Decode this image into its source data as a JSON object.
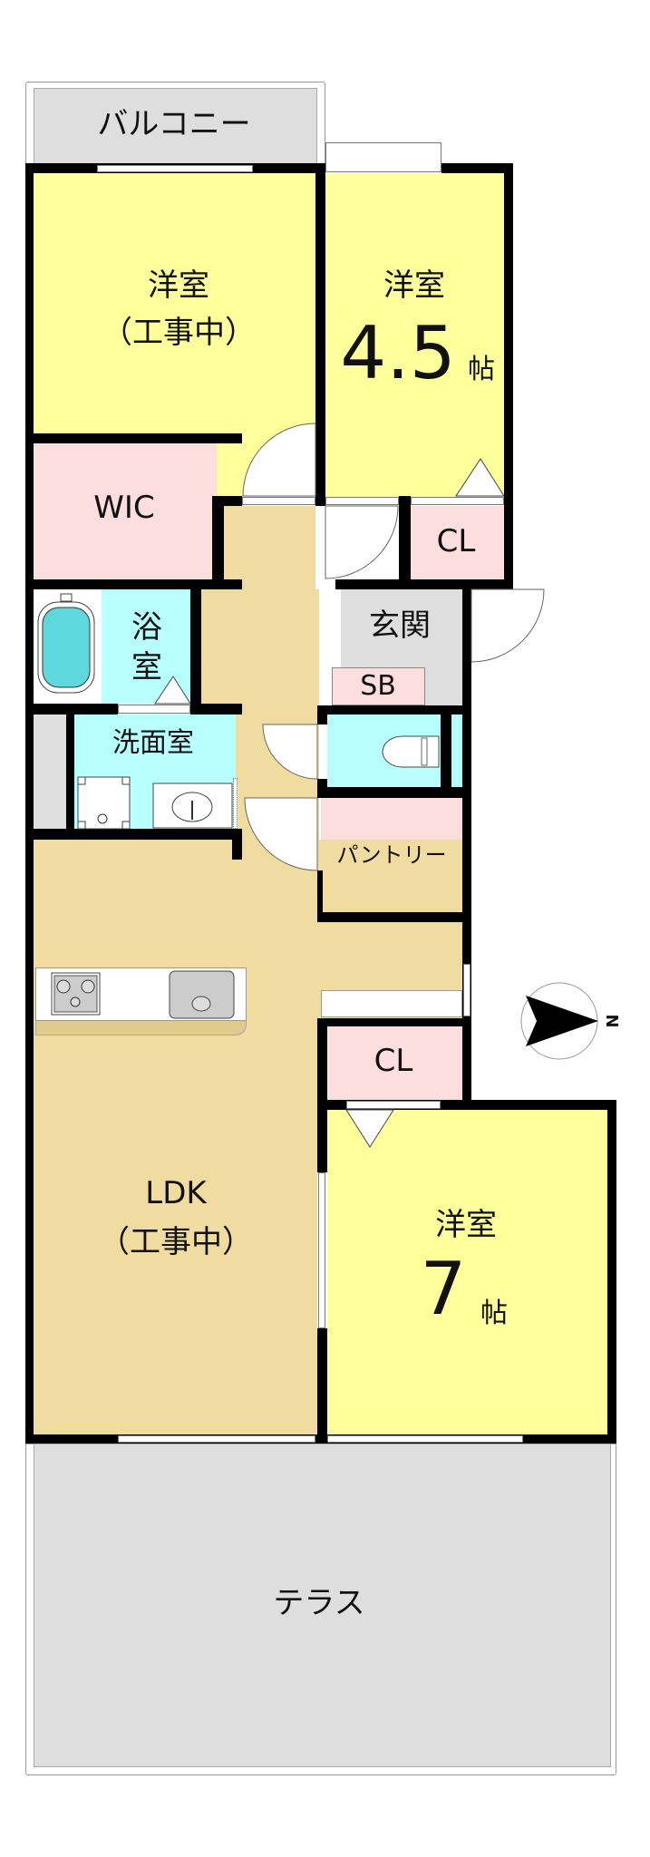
{
  "rooms": {
    "balcony": "バルコニー",
    "western_room_1": {
      "name": "洋室",
      "note": "（工事中）"
    },
    "western_room_2": {
      "name": "洋室",
      "size": "4.5",
      "unit": "帖"
    },
    "wic": "WIC",
    "closet_1": "CL",
    "bathroom": {
      "line1": "浴",
      "line2": "室"
    },
    "entrance": "玄関",
    "shoe_box": "SB",
    "washroom": "洗面室",
    "pantry": "パントリー",
    "closet_2": "CL",
    "ldk": {
      "name": "LDK",
      "note": "（工事中）"
    },
    "western_room_3": {
      "name": "洋室",
      "size": "7",
      "unit": "帖"
    },
    "terrace": "テラス"
  },
  "compass": {
    "label": "N"
  },
  "colors": {
    "western_room": "#ffff9c",
    "storage": "#fddede",
    "wet_area": "#b8ffff",
    "ldk_hall": "#f0dca0",
    "outdoor_entrance": "#dedede",
    "wall": "#000000"
  }
}
